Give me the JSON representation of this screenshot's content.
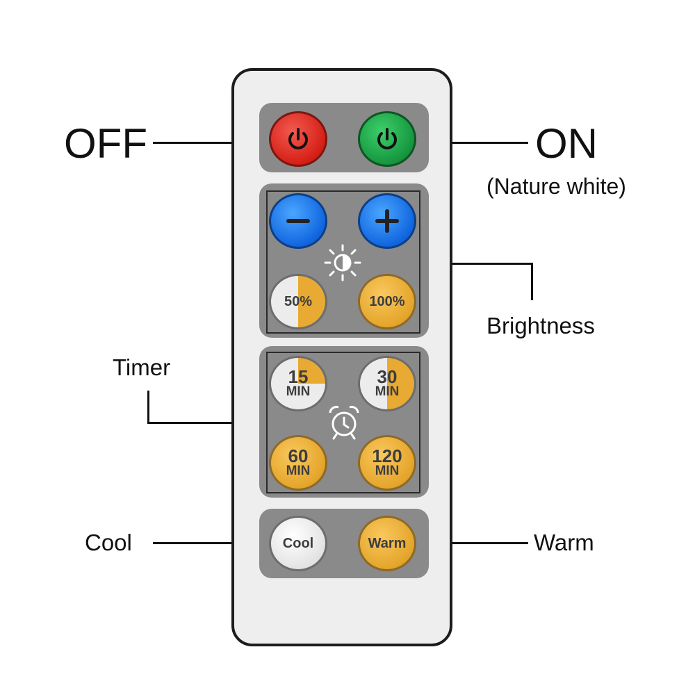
{
  "labels": {
    "off": "OFF",
    "on": "ON",
    "on_note": "(Nature white)",
    "brightness": "Brightness",
    "timer": "Timer",
    "cool": "Cool",
    "warm": "Warm"
  },
  "buttons": {
    "brightness_down": "−",
    "brightness_up": "+",
    "pct50": "50%",
    "pct100": "100%",
    "t15": {
      "num": "15",
      "unit": "MIN"
    },
    "t30": {
      "num": "30",
      "unit": "MIN"
    },
    "t60": {
      "num": "60",
      "unit": "MIN"
    },
    "t120": {
      "num": "120",
      "unit": "MIN"
    },
    "cool": "Cool",
    "warm": "Warm"
  },
  "icons": [
    "power-icon",
    "power-icon",
    "minus-icon",
    "plus-icon",
    "brightness-icon",
    "alarm-clock-icon"
  ],
  "colors": {
    "off": "#d61f16",
    "on": "#16963f",
    "brightness_adjust": "#1166df",
    "warm": "#e4a52b",
    "cool": "#e3e3e3",
    "panel": "#8a8a8a",
    "remote_body": "#eeeeef"
  }
}
